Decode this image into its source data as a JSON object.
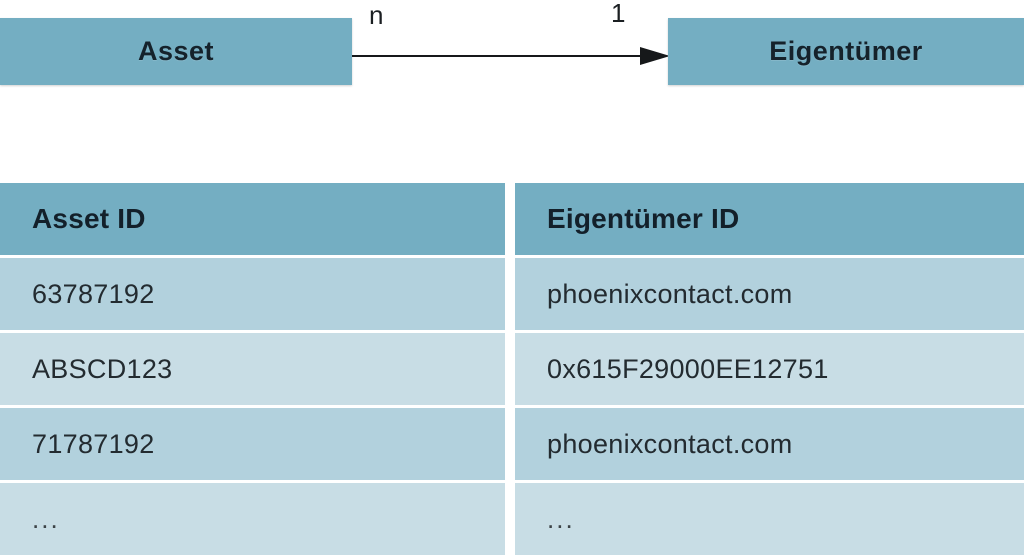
{
  "diagram": {
    "entities": [
      {
        "name": "Asset"
      },
      {
        "name": "Eigentümer"
      }
    ],
    "relationship": {
      "source_cardinality": "n",
      "target_cardinality": "1",
      "direction": "asset-to-eigentuemer"
    }
  },
  "table": {
    "columns": [
      "Asset ID",
      "Eigentümer ID"
    ],
    "rows": [
      [
        "63787192",
        "phoenixcontact.com"
      ],
      [
        "ABSCD123",
        "0x615F29000EE12751"
      ],
      [
        "71787192",
        "phoenixcontact.com"
      ],
      [
        "...",
        "..."
      ]
    ]
  },
  "colors": {
    "header_blue": "#74aec2",
    "row_dark": "#b2d1dd",
    "row_light": "#c8dde5",
    "line_black": "#16181a",
    "background": "#ffffff"
  }
}
